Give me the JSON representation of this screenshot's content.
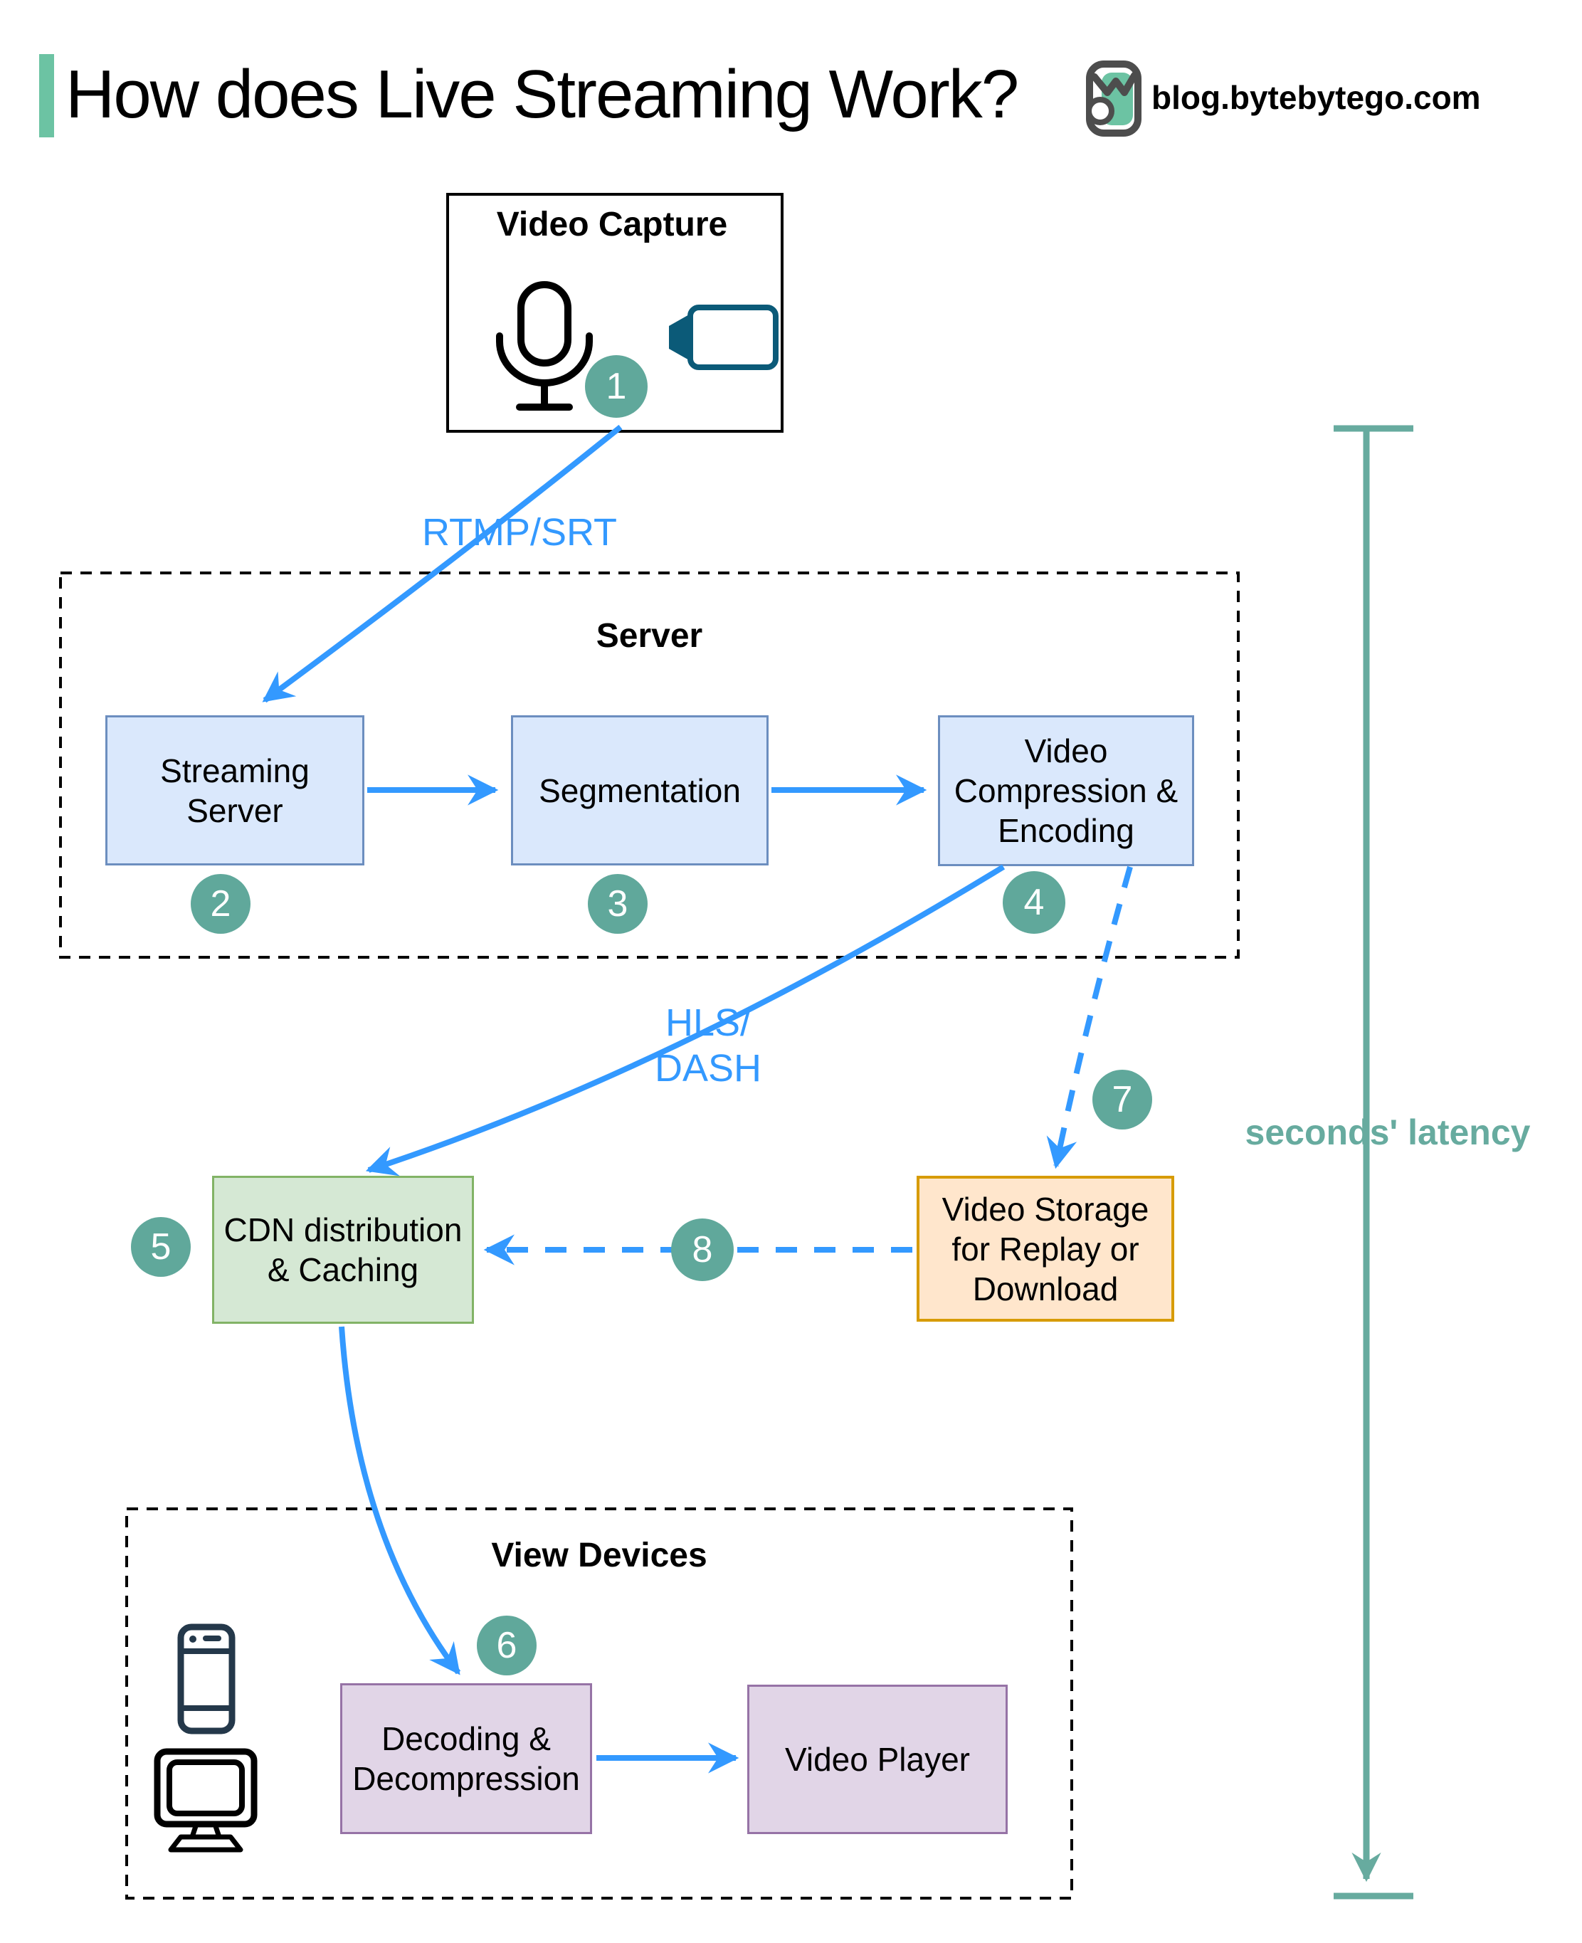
{
  "header": {
    "title": "How does Live Streaming Work?",
    "site": "blog.bytebytego.com"
  },
  "groups": {
    "server": "Server",
    "view_devices": "View Devices"
  },
  "nodes": {
    "video_capture": "Video Capture",
    "streaming_server": "Streaming\nServer",
    "segmentation": "Segmentation",
    "compression": "Video\nCompression &\nEncoding",
    "cdn": "CDN distribution\n& Caching",
    "storage": "Video Storage\nfor Replay or\nDownload",
    "decoding": "Decoding &\nDecompression",
    "player": "Video Player"
  },
  "labels": {
    "rtmp": "RTMP/SRT",
    "hls_dash": "HLS/\nDASH",
    "latency": "seconds' latency"
  },
  "steps": [
    "1",
    "2",
    "3",
    "4",
    "5",
    "6",
    "7",
    "8"
  ],
  "icons": {
    "microphone-icon": "microphone outline glyph",
    "video-camera-icon": "video camera glyph",
    "smartphone-icon": "smartphone outline glyph",
    "monitor-icon": "desktop monitor outline glyph",
    "bytebytego-logo-icon": "bytebytego owl logo"
  },
  "colors": {
    "accent": "#6cc3a3",
    "arrow-blue": "#3399ff",
    "step-circle": "#60a89b",
    "latency": "#67ab9f",
    "box-blue-fill": "#dae8fc",
    "box-blue-stroke": "#6c8ebf",
    "box-green-fill": "#d5e8d4",
    "box-green-stroke": "#82b366",
    "box-orange-fill": "#ffe6cc",
    "box-orange-stroke": "#d79b00",
    "box-purple-fill": "#e1d5e7",
    "box-purple-stroke": "#9673a6",
    "camera": "#0b5a78",
    "phone": "#24384a"
  }
}
